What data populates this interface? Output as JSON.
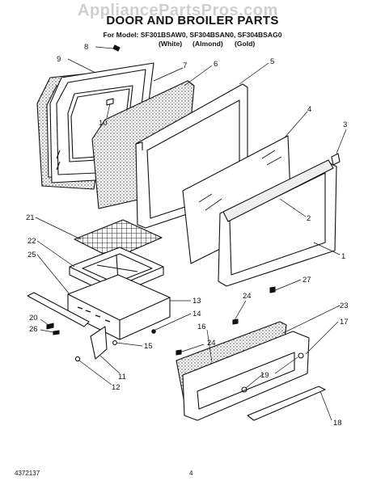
{
  "watermark": "AppliancePartsPros.com",
  "title": "DOOR AND BROILER PARTS",
  "models_line": "For Model: SF301BSAW0, SF304BSAN0, SF304BSAG0",
  "variants": [
    "(White)",
    "(Almond)",
    "(Gold)"
  ],
  "callouts": [
    {
      "id": "c8",
      "label": "8"
    },
    {
      "id": "c9",
      "label": "9"
    },
    {
      "id": "c7",
      "label": "7"
    },
    {
      "id": "c6",
      "label": "6"
    },
    {
      "id": "c5",
      "label": "5"
    },
    {
      "id": "c10",
      "label": "10"
    },
    {
      "id": "c4",
      "label": "4"
    },
    {
      "id": "c3",
      "label": "3"
    },
    {
      "id": "c2",
      "label": "2"
    },
    {
      "id": "c1",
      "label": "1"
    },
    {
      "id": "c21",
      "label": "21"
    },
    {
      "id": "c22",
      "label": "22"
    },
    {
      "id": "c25",
      "label": "25"
    },
    {
      "id": "c13",
      "label": "13"
    },
    {
      "id": "c14",
      "label": "14"
    },
    {
      "id": "c15",
      "label": "15"
    },
    {
      "id": "c20",
      "label": "20"
    },
    {
      "id": "c26",
      "label": "26"
    },
    {
      "id": "c11",
      "label": "11"
    },
    {
      "id": "c12",
      "label": "12"
    },
    {
      "id": "c24a",
      "label": "24"
    },
    {
      "id": "c27",
      "label": "27"
    },
    {
      "id": "c23",
      "label": "23"
    },
    {
      "id": "c16",
      "label": "16"
    },
    {
      "id": "c17",
      "label": "17"
    },
    {
      "id": "c24b",
      "label": "24"
    },
    {
      "id": "c19",
      "label": "19"
    },
    {
      "id": "c18",
      "label": "18"
    }
  ],
  "document_number": "4372137",
  "page_number": "4"
}
